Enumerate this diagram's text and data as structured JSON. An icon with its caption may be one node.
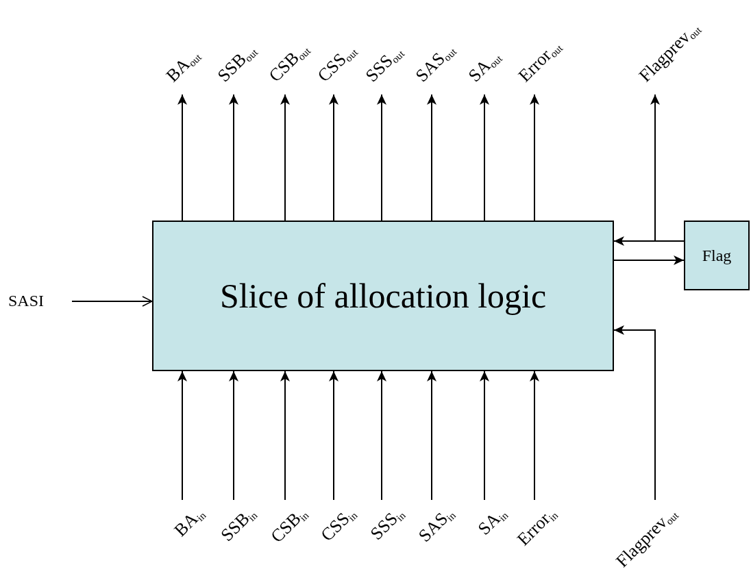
{
  "diagram": {
    "nodes": [
      {
        "text": [
          "BA$_{out}$"
        ]
      },
      {
        "text": [
          "SSB$_{out}$"
        ]
      },
      {
        "text": [
          "CSB$_{out}$"
        ]
      },
      {
        "text": [
          "CSS$_{out}$"
        ]
      },
      {
        "text": [
          "SSS$_{out}$"
        ]
      },
      {
        "text": [
          "SAS$_{out}$"
        ]
      },
      {
        "text": [
          "SA$_{out}$"
        ]
      },
      {
        "text": [
          "Error$_{out}$"
        ]
      },
      {
        "text": [
          "Flagprev$_{out}$"
        ]
      },
      {
        "text": [
          "SASI"
        ]
      },
      {
        "text": [
          "Slice of allocation logic"
        ]
      },
      {
        "text": [
          "Flag"
        ]
      },
      {
        "text": [
          "BA$_{in}$"
        ]
      },
      {
        "text": [
          "SSB$_{in}$"
        ]
      },
      {
        "text": [
          "CSB$_{in}$"
        ]
      },
      {
        "text": [
          "CSS$_{in}$"
        ]
      },
      {
        "text": [
          "SSS$_{in}$"
        ]
      },
      {
        "text": [
          "SAS$_{in}$"
        ]
      },
      {
        "text": [
          "SA$_{in}$"
        ]
      },
      {
        "text": [
          "Error$_{in}$"
        ]
      },
      {
        "text": [
          "Flagprev$_{out}$"
        ]
      }
    ],
    "edges": [
      {
        "from": 9,
        "to": 10,
        "arrow": "to"
      },
      {
        "from": 10,
        "to": 0,
        "arrow": "to"
      },
      {
        "from": 10,
        "to": 1,
        "arrow": "to"
      },
      {
        "from": 10,
        "to": 2,
        "arrow": "to"
      },
      {
        "from": 10,
        "to": 3,
        "arrow": "to"
      },
      {
        "from": 10,
        "to": 4,
        "arrow": "to"
      },
      {
        "from": 10,
        "to": 5,
        "arrow": "to"
      },
      {
        "from": 10,
        "to": 6,
        "arrow": "to"
      },
      {
        "from": 10,
        "to": 7,
        "arrow": "to"
      },
      {
        "from": 11,
        "to": 10,
        "arrow": "to"
      },
      {
        "from": 11,
        "to": 8,
        "arrow": "to"
      },
      {
        "from": 10,
        "to": 11,
        "arrow": "to"
      },
      {
        "from": 12,
        "to": 10,
        "arrow": "to"
      },
      {
        "from": 13,
        "to": 10,
        "arrow": "to"
      },
      {
        "from": 14,
        "to": 10,
        "arrow": "to"
      },
      {
        "from": 15,
        "to": 10,
        "arrow": "to"
      },
      {
        "from": 16,
        "to": 10,
        "arrow": "to"
      },
      {
        "from": 17,
        "to": 10,
        "arrow": "to"
      },
      {
        "from": 18,
        "to": 10,
        "arrow": "to"
      },
      {
        "from": 19,
        "to": 10,
        "arrow": "to"
      },
      {
        "from": 20,
        "to": 10,
        "arrow": "to"
      }
    ]
  }
}
